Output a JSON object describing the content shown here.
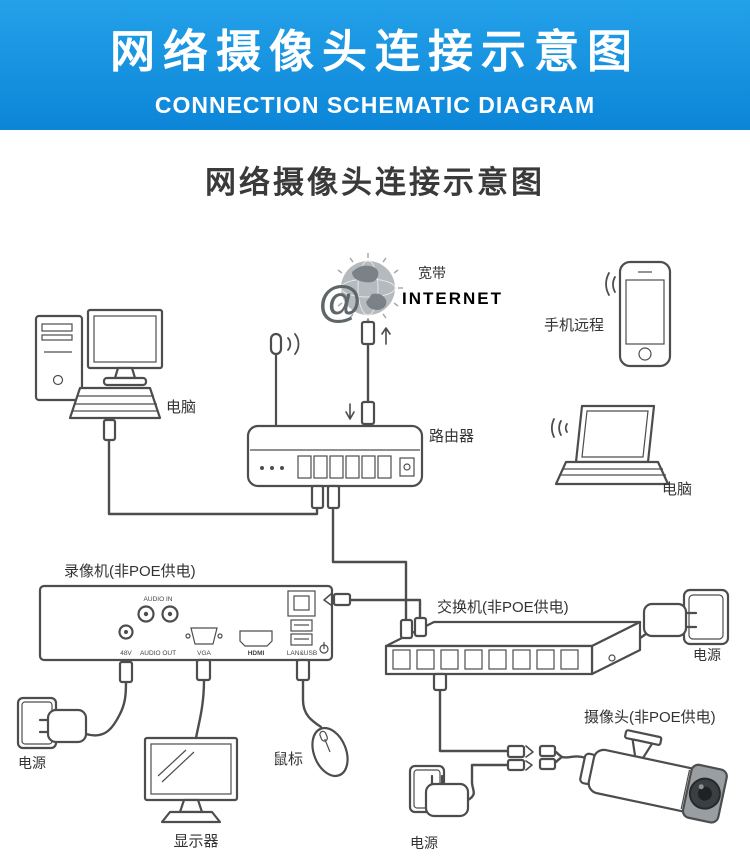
{
  "banner": {
    "title": "网络摄像头连接示意图",
    "subtitle": "CONNECTION SCHEMATIC DIAGRAM",
    "bg_top": "#23a1e8",
    "bg_bottom": "#0c85d8"
  },
  "page": {
    "title": "网络摄像头连接示意图"
  },
  "diagram": {
    "at_symbol": "@",
    "labels": {
      "broadband": "宽带",
      "internet": "INTERNET",
      "phone_remote": "手机远程",
      "pc_left": "电脑",
      "router": "路由器",
      "pc_right": "电脑",
      "recorder": "录像机(非POE供电)",
      "switch": "交换机(非POE供电)",
      "power_switch": "电源",
      "power_recorder": "电源",
      "power_camera": "电源",
      "mouse": "鼠标",
      "monitor": "显示器",
      "camera": "摄像头(非POE供电)"
    },
    "recorder_ports": {
      "audio_in": "AUDIO IN",
      "v48": "48V",
      "audio_out": "AUDIO OUT",
      "vga": "VGA",
      "hdmi": "HDMI",
      "lan_usb": "LAN&USB"
    }
  }
}
